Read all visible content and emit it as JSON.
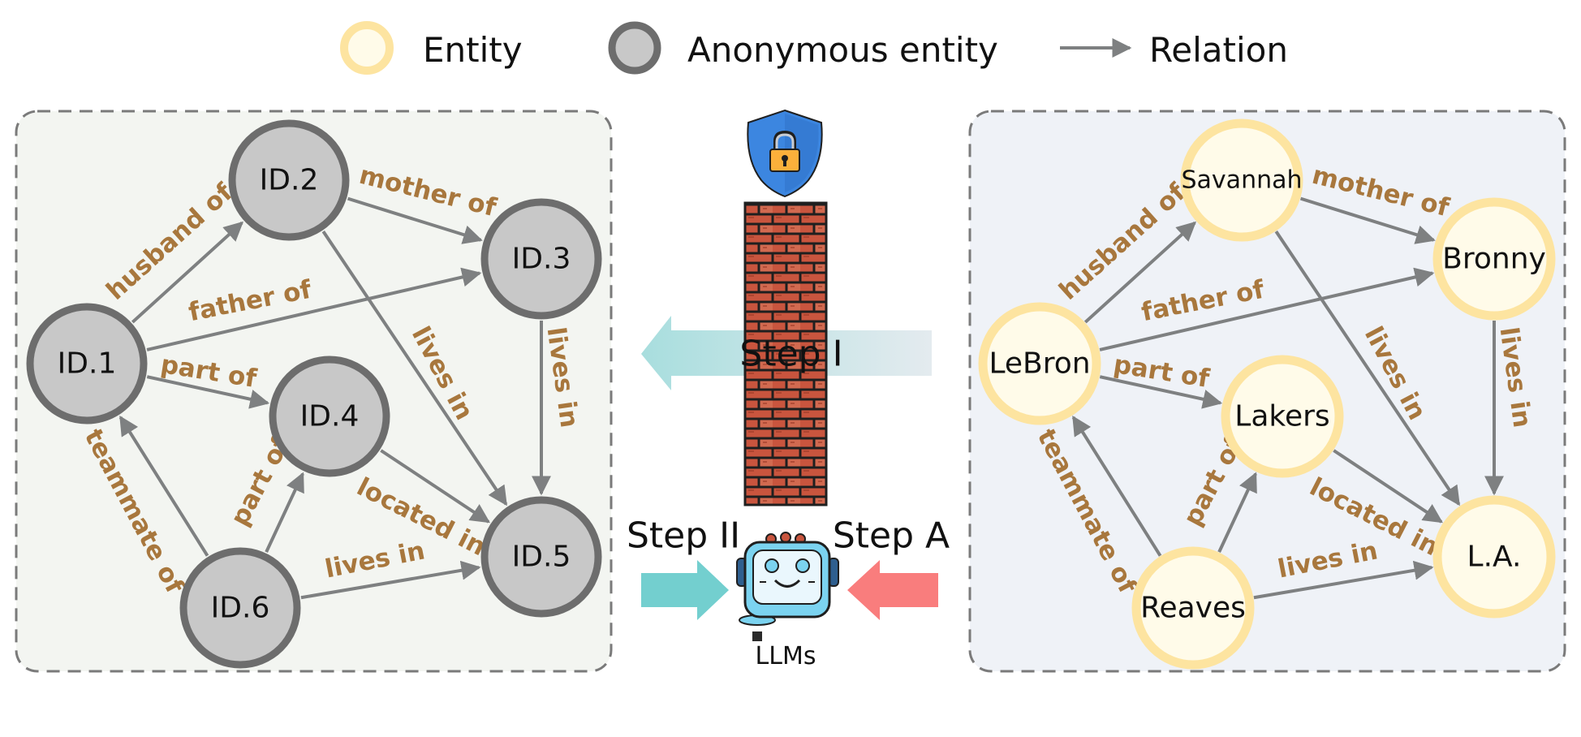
{
  "legend": {
    "entity": "Entity",
    "anonymous": "Anonymous entity",
    "relation": "Relation"
  },
  "colors": {
    "entity_fill": "#fffbe9",
    "entity_stroke": "#fde4a0",
    "anon_fill": "#c8c8c8",
    "anon_stroke": "#6d6d6d",
    "edge": "#7e8081",
    "edge_label": "#a8773d",
    "left_panel_bg": "#f3f5f1",
    "right_panel_bg": "#eff2f7",
    "step_teal": "#73cfcf",
    "step_red": "#f97d7d",
    "brick": "#c9553e"
  },
  "left_graph": {
    "nodes": [
      {
        "id": "n1",
        "label": "ID.1"
      },
      {
        "id": "n2",
        "label": "ID.2"
      },
      {
        "id": "n3",
        "label": "ID.3"
      },
      {
        "id": "n4",
        "label": "ID.4"
      },
      {
        "id": "n5",
        "label": "ID.5"
      },
      {
        "id": "n6",
        "label": "ID.6"
      }
    ]
  },
  "right_graph": {
    "nodes": [
      {
        "id": "n1",
        "label": "LeBron"
      },
      {
        "id": "n2",
        "label": "Savannah"
      },
      {
        "id": "n3",
        "label": "Bronny"
      },
      {
        "id": "n4",
        "label": "Lakers"
      },
      {
        "id": "n5",
        "label": "L.A."
      },
      {
        "id": "n6",
        "label": "Reaves"
      }
    ]
  },
  "edges": [
    {
      "from": "n1",
      "to": "n2",
      "label": "husband of"
    },
    {
      "from": "n2",
      "to": "n3",
      "label": "mother of"
    },
    {
      "from": "n1",
      "to": "n3",
      "label": "father of"
    },
    {
      "from": "n1",
      "to": "n4",
      "label": "part of"
    },
    {
      "from": "n2",
      "to": "n5",
      "label": "lives in"
    },
    {
      "from": "n3",
      "to": "n5",
      "label": "lives in"
    },
    {
      "from": "n4",
      "to": "n5",
      "label": "located in"
    },
    {
      "from": "n6",
      "to": "n1",
      "label": "teammate of"
    },
    {
      "from": "n6",
      "to": "n4",
      "label": "part of"
    },
    {
      "from": "n6",
      "to": "n5",
      "label": "lives in"
    }
  ],
  "center": {
    "step1": "Step I",
    "step2": "Step II",
    "stepA": "Step A",
    "llm_label": "LLMs",
    "shield_icon": "lock-shield-icon",
    "wall_icon": "brick-wall-icon",
    "robot_icon": "robot-icon"
  }
}
